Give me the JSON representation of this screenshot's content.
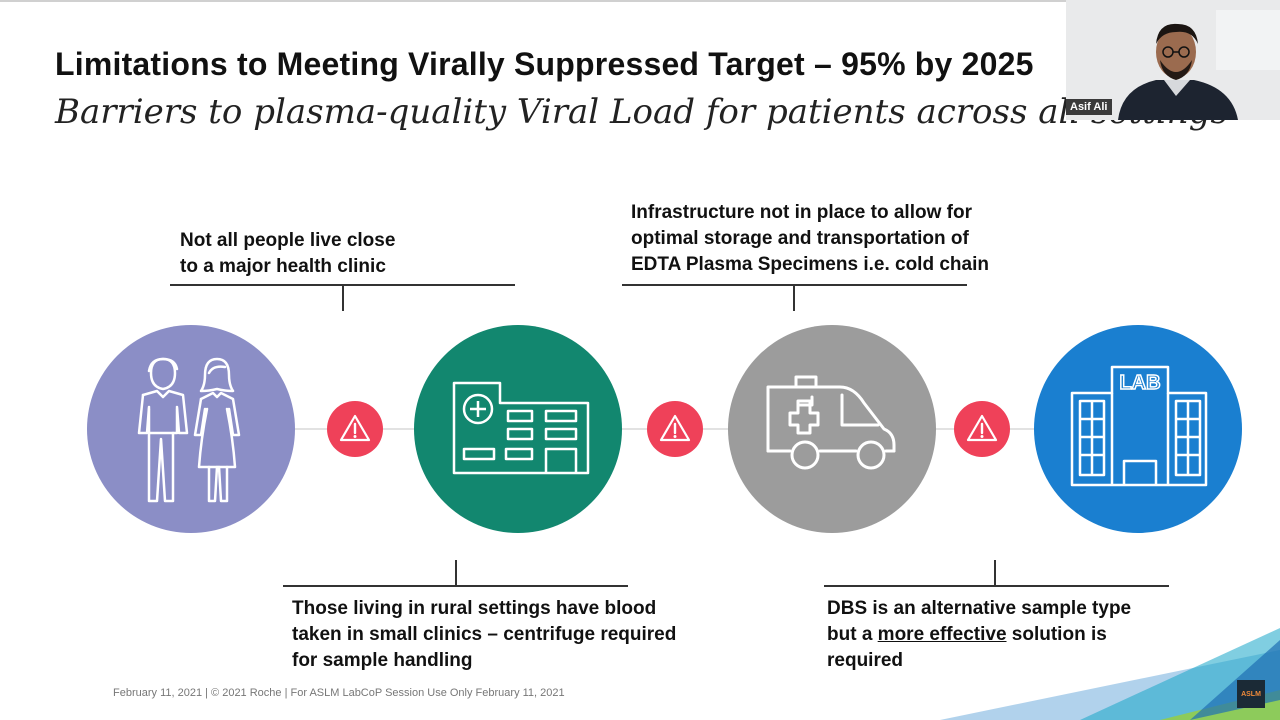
{
  "slide": {
    "title": "Limitations to Meeting Virally Suppressed Target – 95% by 2025",
    "subtitle": "Barriers to plasma-quality Viral Load for patients across all settings"
  },
  "callouts": {
    "top_left": [
      "Not all people live close",
      "to a major health clinic"
    ],
    "top_right": [
      "Infrastructure not in place to allow for",
      "optimal storage and transportation of",
      "EDTA Plasma Specimens i.e. cold chain"
    ],
    "bottom_left": [
      "Those living in rural settings have blood",
      "taken in small clinics – centrifuge required",
      "for sample handling"
    ],
    "bottom_right": {
      "line1": "DBS is an alternative sample type",
      "line2_before": "but a ",
      "line2_underlined": "more effective",
      "line2_after": " solution is",
      "line3": "required"
    }
  },
  "icons": {
    "people": "people-icon",
    "clinic": "clinic-building-icon",
    "ambulance": "ambulance-icon",
    "lab": "lab-building-icon",
    "lab_label": "LAB",
    "warning": "warning-triangle-icon"
  },
  "colors": {
    "people_circle": "#8b8ec6",
    "clinic_circle": "#12876f",
    "ambulance_circle": "#9c9c9c",
    "lab_circle": "#1a7fd0",
    "warning": "#ef4159"
  },
  "footer": {
    "text": "February 11, 2021 | © 2021 Roche | For ASLM LabCoP Session Use Only February 11, 2021"
  },
  "webcam": {
    "participant_name": "Asif Ali"
  },
  "brand": {
    "logo_text": "ASLM"
  }
}
